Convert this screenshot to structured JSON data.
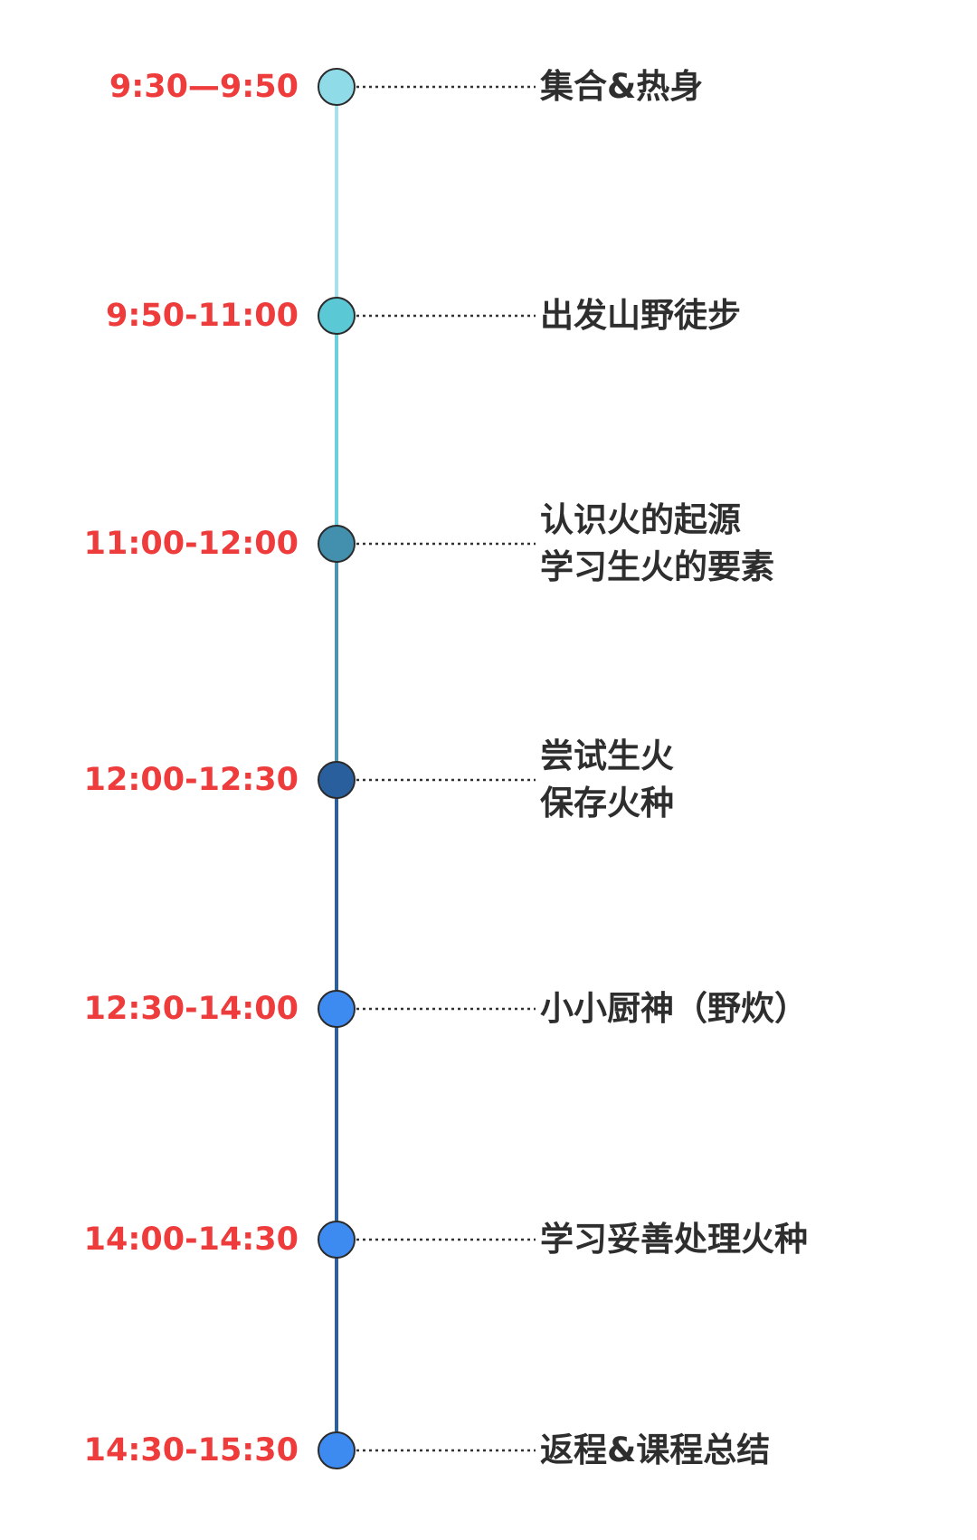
{
  "events": [
    {
      "time": "9:30—9:50",
      "activity": [
        "集合&热身"
      ],
      "node_color": "#8fdce8"
    },
    {
      "time": "9:50-11:00",
      "activity": [
        "出发山野徒步"
      ],
      "node_color": "#5bc8d6"
    },
    {
      "time": "11:00-12:00",
      "activity": [
        "认识火的起源",
        "学习生火的要素"
      ],
      "node_color": "#4290ae"
    },
    {
      "time": "12:00-12:30",
      "activity": [
        "尝试生火",
        "保存火种"
      ],
      "node_color": "#2a5f9e"
    },
    {
      "time": "12:30-14:00",
      "activity": [
        "小小厨神（野炊）"
      ],
      "node_color": "#3d8bf0"
    },
    {
      "time": "14:00-14:30",
      "activity": [
        "学习妥善处理火种"
      ],
      "node_color": "#3d8bf0"
    },
    {
      "time": "14:30-15:30",
      "activity": [
        "返程&课程总结"
      ],
      "node_color": "#3d8bf0"
    }
  ],
  "segment_colors": [
    "#a8e0ec",
    "#6ccfdb",
    "#4f93b0",
    "#2f5f98",
    "#2f5f98",
    "#2f5f98"
  ],
  "colors": {
    "time_text": "#ee3b3b",
    "activity_text": "#2e2e2e",
    "connector": "#333333",
    "node_stroke": "#2b2b2b"
  }
}
